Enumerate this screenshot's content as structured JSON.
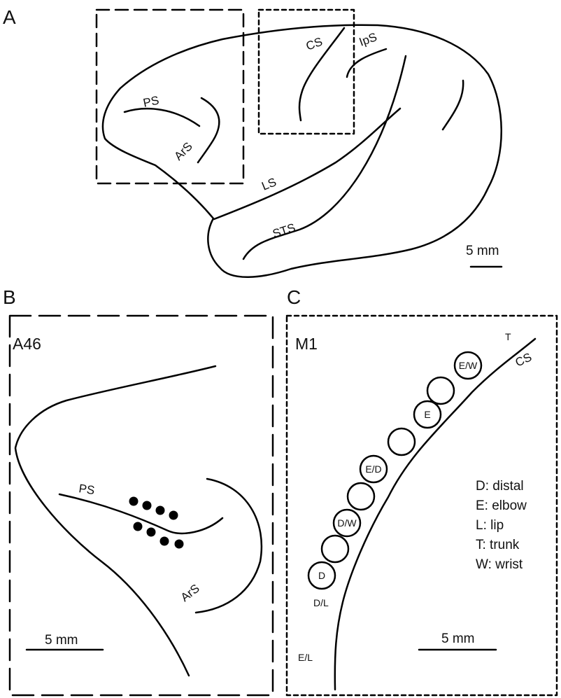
{
  "panels": {
    "a": {
      "letter": "A",
      "labels": {
        "ps": "PS",
        "ars": "ArS",
        "cs": "CS",
        "ips": "IpS",
        "ls": "LS",
        "sts": "STS"
      },
      "scale": "5 mm"
    },
    "b": {
      "letter": "B",
      "area": "A46",
      "labels": {
        "ps": "PS",
        "ars": "ArS"
      },
      "scale": "5 mm"
    },
    "c": {
      "letter": "C",
      "area": "M1",
      "labels": {
        "t": "T",
        "cs": "CS",
        "dl": "D/L",
        "el": "E/L"
      },
      "sites": [
        "E/W",
        "",
        "E",
        "",
        "E/D",
        "",
        "D/W",
        "",
        "D"
      ],
      "legend": [
        "D: distal",
        "E: elbow",
        "L: lip",
        "T: trunk",
        "W: wrist"
      ],
      "scale": "5 mm"
    }
  }
}
